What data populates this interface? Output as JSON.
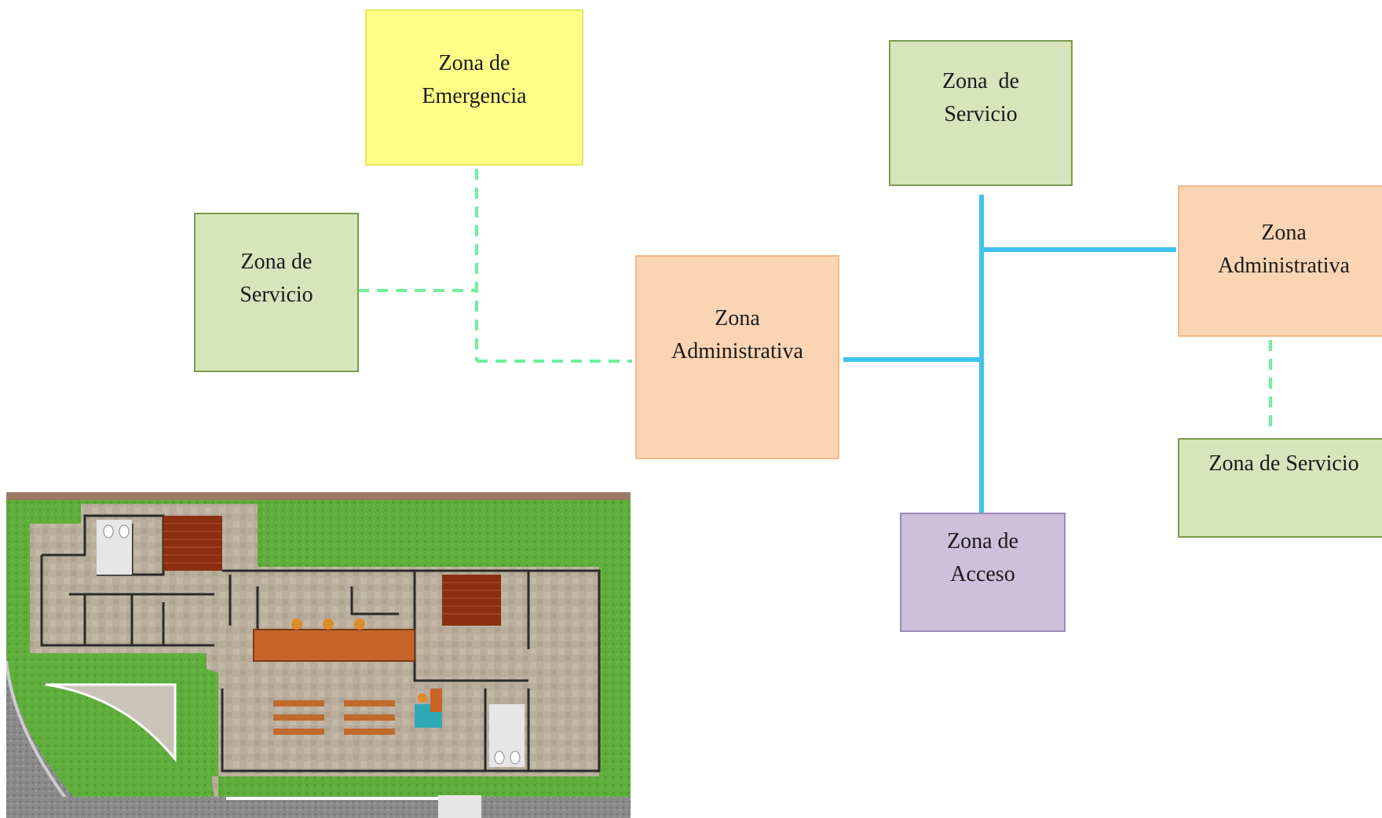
{
  "colors": {
    "emergencia": "#ffff88",
    "servicio": "#d8e4bc",
    "administrativa": "#fbd4b4",
    "acceso": "#ccc0da",
    "strong_link": "#3fc3ee",
    "weak_link": "#6ef19a"
  },
  "zones": {
    "emergencia": {
      "line1": "Zona de",
      "line2": "Emergencia"
    },
    "servicio_left": {
      "line1": "Zona de",
      "line2": "Servicio"
    },
    "admin_center": {
      "line1": "Zona",
      "line2": "Administrativa"
    },
    "servicio_top": {
      "line1": "Zona  de",
      "line2": "Servicio"
    },
    "admin_right": {
      "line1": "Zona",
      "line2": "Administrativa"
    },
    "servicio_right": {
      "line1": "Zona de Servicio"
    },
    "acceso": {
      "line1": "Zona de",
      "line2": "Acceso"
    }
  },
  "floor_plan": {
    "image": "floor-plan"
  }
}
